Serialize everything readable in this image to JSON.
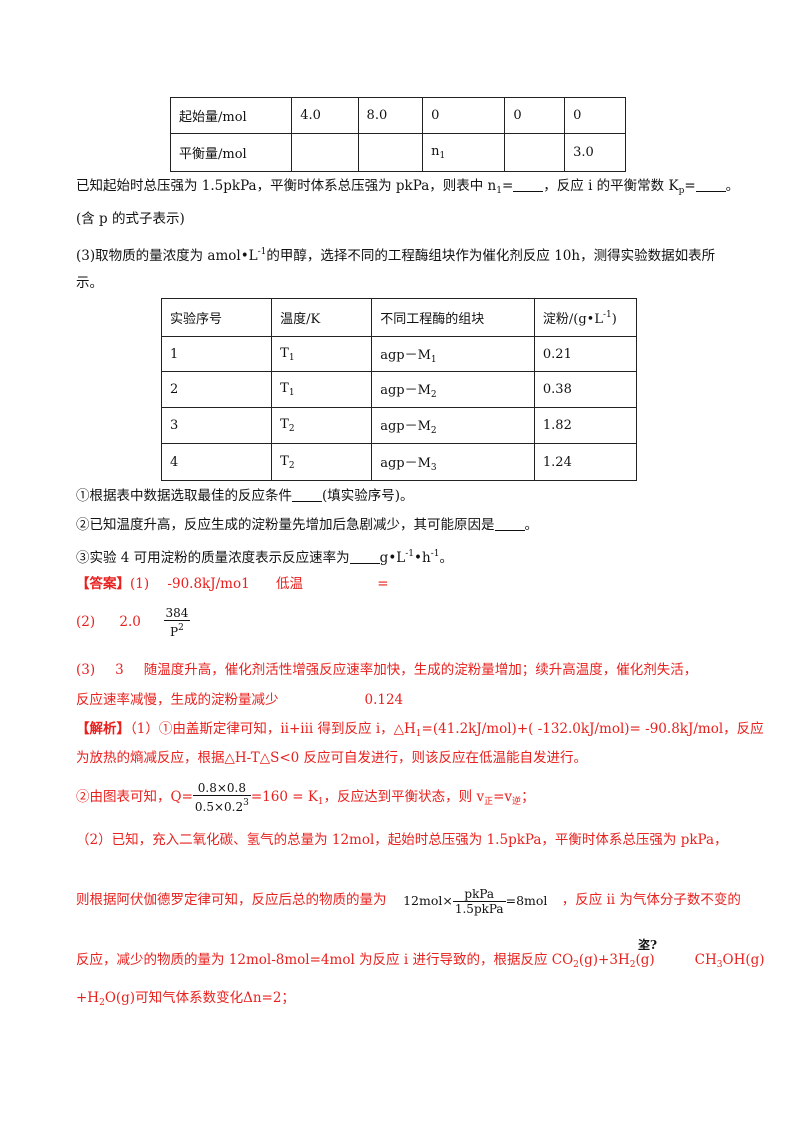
{
  "table1": {
    "rows": [
      {
        "label": "起始量/mol",
        "cells": [
          "4.0",
          "8.0",
          "0",
          "0",
          "0"
        ]
      },
      {
        "label": "平衡量/mol",
        "cells": [
          "",
          "",
          "n",
          "",
          "3.0"
        ],
        "n_sub": "1"
      }
    ]
  },
  "para1": {
    "a": "已知起始时总压强为 1.5pkPa，平衡时体系总压强为 pkPa，则表中 n",
    "a_sub": "1",
    "b": "=",
    "c": "，反应 i 的平衡常数 K",
    "c_sub": "p",
    "d": "=",
    "e": "。",
    "line2": "(含 p 的式子表示)"
  },
  "para2": {
    "line1": "(3)取物质的量浓度为 amol•L",
    "line1_sup": "-1",
    "line1_b": "的甲醇，选择不同的工程酶组块作为催化剂反应 10h，测得实验数据如表所",
    "line2": "示。"
  },
  "table2": {
    "headers": [
      "实验序号",
      "温度/K",
      "不同工程酶的组块",
      "淀粉/(g•L"
    ],
    "header_sup": "-1",
    "header_tail": ")",
    "rows": [
      {
        "no": "1",
        "temp": "T",
        "temp_sub": "1",
        "enzyme": "agp－M",
        "enzyme_sub": "1",
        "starch": "0.21"
      },
      {
        "no": "2",
        "temp": "T",
        "temp_sub": "1",
        "enzyme": "agp－M",
        "enzyme_sub": "2",
        "starch": "0.38"
      },
      {
        "no": "3",
        "temp": "T",
        "temp_sub": "2",
        "enzyme": "agp－M",
        "enzyme_sub": "2",
        "starch": "1.82"
      },
      {
        "no": "4",
        "temp": "T",
        "temp_sub": "2",
        "enzyme": "agp－M",
        "enzyme_sub": "3",
        "starch": "1.24"
      }
    ]
  },
  "questions": {
    "q1_a": "①根据表中数据选取最佳的反应条件",
    "q1_b": "(填实验序号)。",
    "q2_a": "②已知温度升高，反应生成的淀粉量先增加后急剧减少，其可能原因是",
    "q2_b": "。",
    "q3_a": "③实验 4 可用淀粉的质量浓度表示反应速率为",
    "q3_b": "g•L",
    "q3_sup1": "-1",
    "q3_c": "•h",
    "q3_sup2": "-1",
    "q3_d": "。"
  },
  "answer": {
    "label": "【答案】",
    "a1_num": "(1)",
    "a1_v1": "-90.8kJ/mo1",
    "a1_v2": "低温",
    "a1_v3": "=",
    "a2_num": "(2)",
    "a2_v1": "2.0",
    "a2_frac_num": "384",
    "a2_frac_den": "P",
    "a2_frac_den_sup": "2",
    "a3_num": "(3)",
    "a3_v1": "3",
    "a3_v2": "随温度升高，催化剂活性增强反应速率加快，生成的淀粉量增加；续升高温度，催化剂失活，",
    "a3_line2": "反应速率减慢，生成的淀粉量减少",
    "a3_v3": "0.124"
  },
  "analysis": {
    "label": "【解析】",
    "l1_a": "（1）①由盖斯定律可知，ii+iii 得到反应 i，△H",
    "l1_sub": "1",
    "l1_b": "=(41.2kJ/mol)+( -132.0kJ/mol)= -90.8kJ/mol，反应",
    "l2": "为放热的熵减反应，根据△H-T△S<0 反应可自发进行，则该反应在低温能自发进行。",
    "l3_a": "②由图表可知，Q=",
    "l3_frac_num": "0.8×0.8",
    "l3_frac_den": "0.5×0.2",
    "l3_frac_den_sup": "3",
    "l3_b": "=160 = K",
    "l3_sub": "1",
    "l3_c": "，反应达到平衡状态，则 v",
    "l3_sub2": "正",
    "l3_d": "=v",
    "l3_sub3": "逆",
    "l3_e": "；",
    "l4": "（2）已知，充入二氧化碳、氢气的总量为 12mol，起始时总压强为 1.5pkPa，平衡时体系总压强为 pkPa，",
    "l5_a": "则根据阿伏伽德罗定律可知，反应后总的物质的量为",
    "l5_f_pre": "12mol×",
    "l5_f_num": "pkPa",
    "l5_f_den": "1.5pkPa",
    "l5_f_post": "=8mol",
    "l5_b": "，反应 ii 为气体分子数不变的",
    "l6_a": "反应，减少的物质的量为 12mol-8mol=4mol 为反应 i 进行导致的，根据反应 CO",
    "l6_s1": "2",
    "l6_b": "(g)+3H",
    "l6_s2": "2",
    "l6_c": "(g)",
    "l6_d": "CH",
    "l6_s3": "3",
    "l6_e": "OH(g)",
    "l6_eq_symbol": "垐?",
    "l7_a": "+H",
    "l7_s1": "2",
    "l7_b": "O(g)可知气体系数变化Δn=2；"
  }
}
